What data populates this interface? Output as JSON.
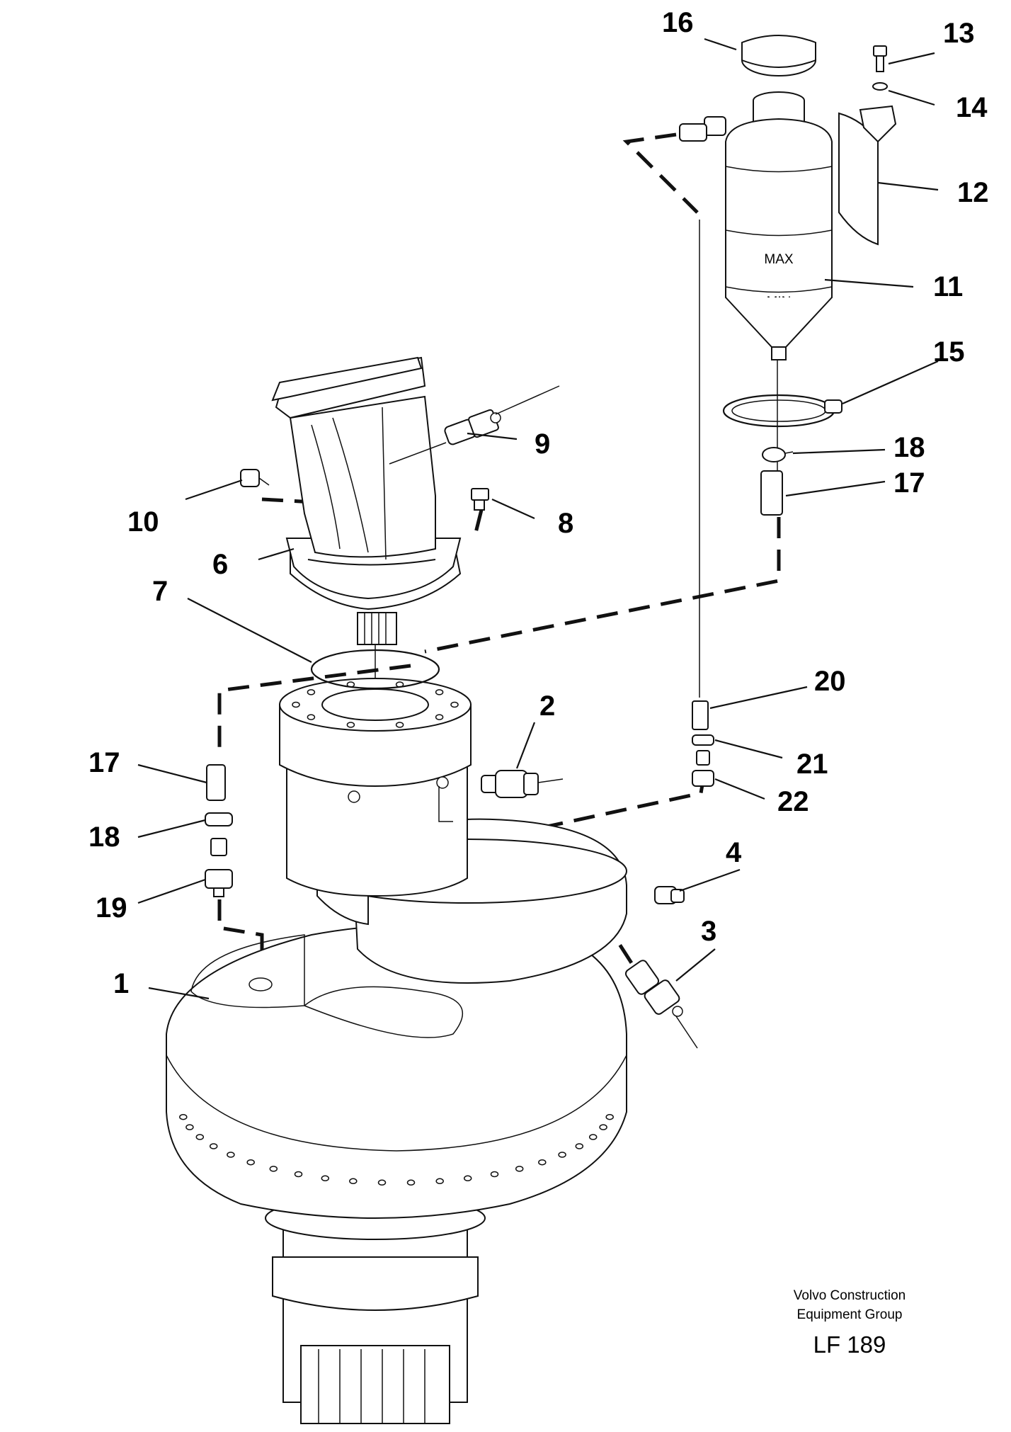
{
  "callouts": [
    "1",
    "2",
    "3",
    "4",
    "6",
    "7",
    "8",
    "9",
    "10",
    "11",
    "12",
    "13",
    "14",
    "15",
    "16",
    "17",
    "18",
    "17",
    "18",
    "19",
    "20",
    "21",
    "22"
  ],
  "bottle_marks": {
    "max": "MAX",
    "min": "MIN"
  },
  "credit": {
    "line1": "Volvo Construction",
    "line2": "Equipment Group",
    "code": "LF 189"
  }
}
